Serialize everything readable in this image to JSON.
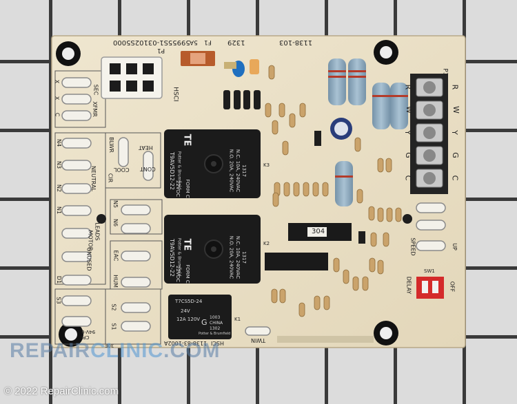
{
  "board": {
    "top_codes": [
      "59955S1-03102S5000",
      "5A",
      "F1",
      "1329",
      "1138-103"
    ],
    "connector_p1": "P1",
    "hsci": "HSCI",
    "terminal_block_label": "P3",
    "terminal_letters": [
      "R",
      "W",
      "Y",
      "G",
      "C"
    ],
    "side_letters": [
      "R",
      "W",
      "Y",
      "G",
      "C"
    ],
    "left_labels": {
      "sec": "SEC",
      "xfmr": "XFMR",
      "x1": "X",
      "x2": "X",
      "c": "C",
      "neutral": "NEUTRAL",
      "n1": "N1",
      "n2": "N2",
      "n3": "N3",
      "n4": "N4",
      "n5": "N5",
      "n6": "N6",
      "leads": "LEADS",
      "motor": "MOTOR",
      "unused": "UNUSED",
      "d1": "D1",
      "s1": "S1",
      "s2": "S2",
      "s3": "S3",
      "blwr": "BLWR",
      "heat": "HEAT",
      "cir": "CIR",
      "cool": "COOL",
      "cont": "CONT",
      "eac": "EAC",
      "hum": "HUM"
    },
    "relay1": {
      "brand": "TE",
      "model": "T9AV5D12-22",
      "sub": "Potter & Brumfield",
      "rating1": "N.O. 20A, 240VAC",
      "rating2": "N.C. 10A, 240VAC",
      "code": "1317",
      "coil": "22VDC",
      "form": "FORM C"
    },
    "relay2": {
      "brand": "TE",
      "model": "T9AV5D12-22",
      "sub": "Potter & Brumfield",
      "rating1": "N.O. 20A, 240VAC",
      "rating2": "N.C. 10A, 240VAC",
      "code": "1317",
      "coil": "22VDC",
      "form": "FORM C"
    },
    "relay3": {
      "model": "T7CS5D-24",
      "v": "24V",
      "r": "12A 120V",
      "g": "G",
      "c": "1003",
      "country": "CHINA",
      "code": "1302",
      "brand": "Potter & Brumfield"
    },
    "ic_label": "304",
    "speed": "SPEED",
    "up": "UP",
    "delay": "DELAY",
    "off": "OFF",
    "sw1": "SW1",
    "twin": "TWIN",
    "bottom_codes": [
      "1138-83-1002A",
      "HSCI"
    ],
    "cpe_codes": [
      "CPE",
      "94V-0",
      "30E"
    ],
    "k_labels": [
      "K1",
      "K2",
      "K3"
    ]
  },
  "watermark": {
    "part1": "REPAIR",
    "part2": "CLINIC",
    "part3": ".COM"
  },
  "copyright": "© 2022 RepairClinic.com",
  "colors": {
    "board": "#e9dfc6",
    "relay": "#1b1b1b",
    "grid": "#3a3a3a",
    "terminal": "#222222",
    "resistor": "#c9a46a",
    "blue_resistor": "#8aa7b8"
  }
}
